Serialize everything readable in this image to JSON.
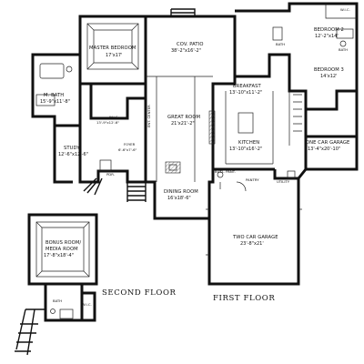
{
  "labels": {
    "wic_top": "W.I.C.",
    "bedroom2": {
      "name": "BEDROOM 2",
      "dim": "12'-2\"x14'"
    },
    "bath_right": "BATH",
    "bedroom3": {
      "name": "BEDROOM 3",
      "dim": "14'x12'"
    },
    "master_bedroom": {
      "name": "MASTER BEDROOM",
      "dim": "17'x17'"
    },
    "cov_patio": {
      "name": "COV. PATIO",
      "dim": "38'-2\"x16'-2\""
    },
    "bath_top": "BATH",
    "m_bath": {
      "name": "M. BATH",
      "dim": "15'-9\"x11'-8\""
    },
    "breakfast": {
      "name": "BREAKFAST",
      "dim": "13'-10\"x11'-2\""
    },
    "wic_master": {
      "name": "W.I.C.",
      "dim": "13'-9\"x12'-6\""
    },
    "ent_center": "ENT. CENTER",
    "great_room": {
      "name": "GREAT ROOM",
      "dim": "21'x21'-2\""
    },
    "kitchen": {
      "name": "KITCHEN",
      "dim": "13'-10\"x16'-2\""
    },
    "study": {
      "name": "STUDY",
      "dim": "12'-6\"x12'-6\""
    },
    "foyer": {
      "name": "FOYER",
      "dim": "6'-6\"x7'-6\""
    },
    "one_car_garage": {
      "name": "ONE CAR GARAGE",
      "dim": "13'-4\"x20'-10\""
    },
    "pdr": "PDR.",
    "butl_pant": "BUTL. PANT.",
    "pantry": "PANTRY",
    "utility": "UTILITY",
    "dining_room": {
      "name": "DINING ROOM",
      "dim": "16'x18'-6\""
    },
    "two_car_garage": {
      "name": "TWO CAR GARAGE",
      "dim": "23'-8\"x21'"
    },
    "bonus_room": {
      "name": "BONUS ROOM/",
      "name2": "MEDIA ROOM",
      "dim": "17'-8\"x18'-4\""
    },
    "second_floor": "SECOND FLOOR",
    "first_floor": "FIRST FLOOR",
    "bath_bonus": "BATH",
    "wic_bonus": "W.I.C."
  }
}
